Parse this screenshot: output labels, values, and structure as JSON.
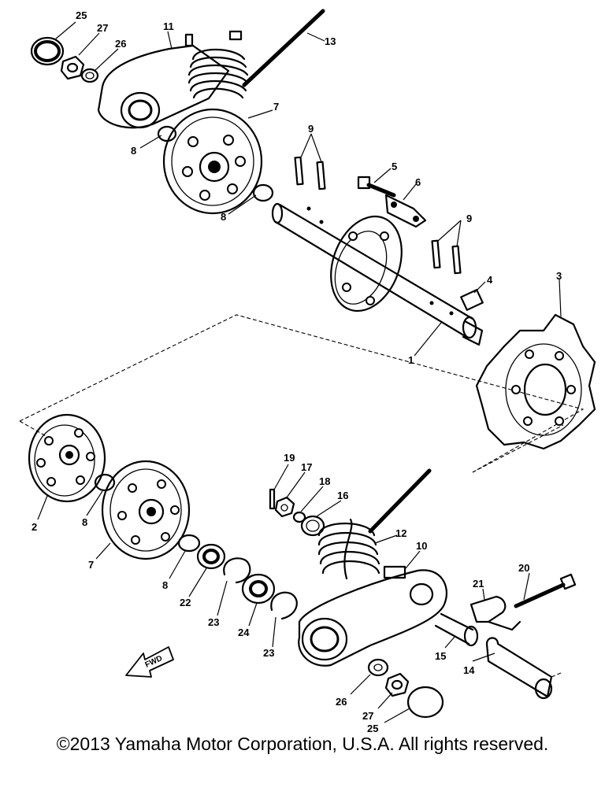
{
  "callouts": {
    "c1": "1",
    "c2": "2",
    "c3": "3",
    "c4": "4",
    "c5": "5",
    "c6": "6",
    "c7a": "7",
    "c7b": "7",
    "c8a": "8",
    "c8b": "8",
    "c8c": "8",
    "c8d": "8",
    "c9a": "9",
    "c9b": "9",
    "c10": "10",
    "c11": "11",
    "c12": "12",
    "c13": "13",
    "c14": "14",
    "c15": "15",
    "c16": "16",
    "c17": "17",
    "c18": "18",
    "c19": "19",
    "c20": "20",
    "c21": "21",
    "c22": "22",
    "c23a": "23",
    "c23b": "23",
    "c24": "24",
    "c25a": "25",
    "c25b": "25",
    "c26a": "26",
    "c26b": "26",
    "c27a": "27",
    "c27b": "27"
  },
  "fwd_label": "FWD",
  "copyright": "©2013 Yamaha Motor Corporation, U.S.A. All rights reserved."
}
